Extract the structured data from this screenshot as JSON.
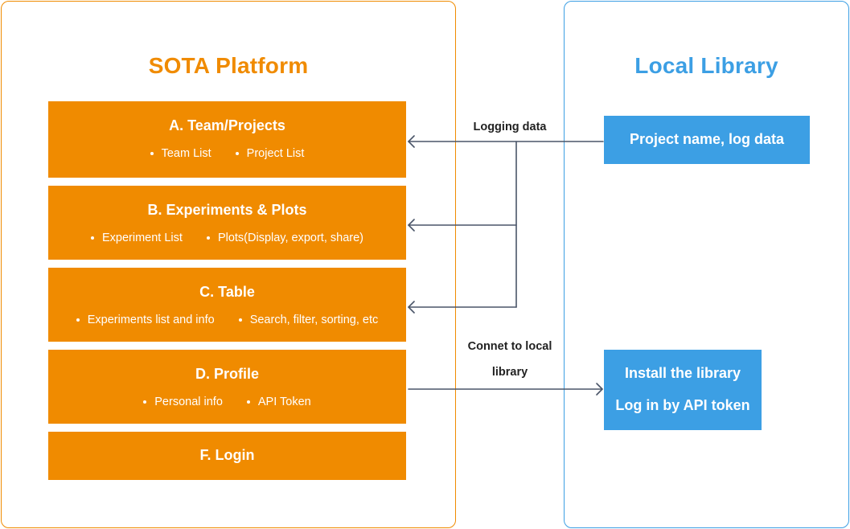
{
  "platform": {
    "title": "SOTA Platform",
    "modules": [
      {
        "title": "A. Team/Projects",
        "items": [
          "Team List",
          "Project List"
        ]
      },
      {
        "title": "B. Experiments & Plots",
        "items": [
          "Experiment List",
          "Plots(Display, export, share)"
        ]
      },
      {
        "title": "C. Table",
        "items": [
          "Experiments list and info",
          "Search, filter, sorting, etc"
        ]
      },
      {
        "title": "D. Profile",
        "items": [
          "Personal info",
          "API Token"
        ]
      },
      {
        "title": "F. Login",
        "items": []
      }
    ]
  },
  "library": {
    "title": "Local Library",
    "log_box": "Project name, log data",
    "install_box": [
      "Install the library",
      "Log in by API token"
    ]
  },
  "flows": {
    "logging_label": "Logging data",
    "connect_label_line1": "Connet to local",
    "connect_label_line2": "library"
  },
  "colors": {
    "platform_orange": "#f08b00",
    "library_blue": "#3c9fe4",
    "arrow_gray": "#4a5568"
  }
}
